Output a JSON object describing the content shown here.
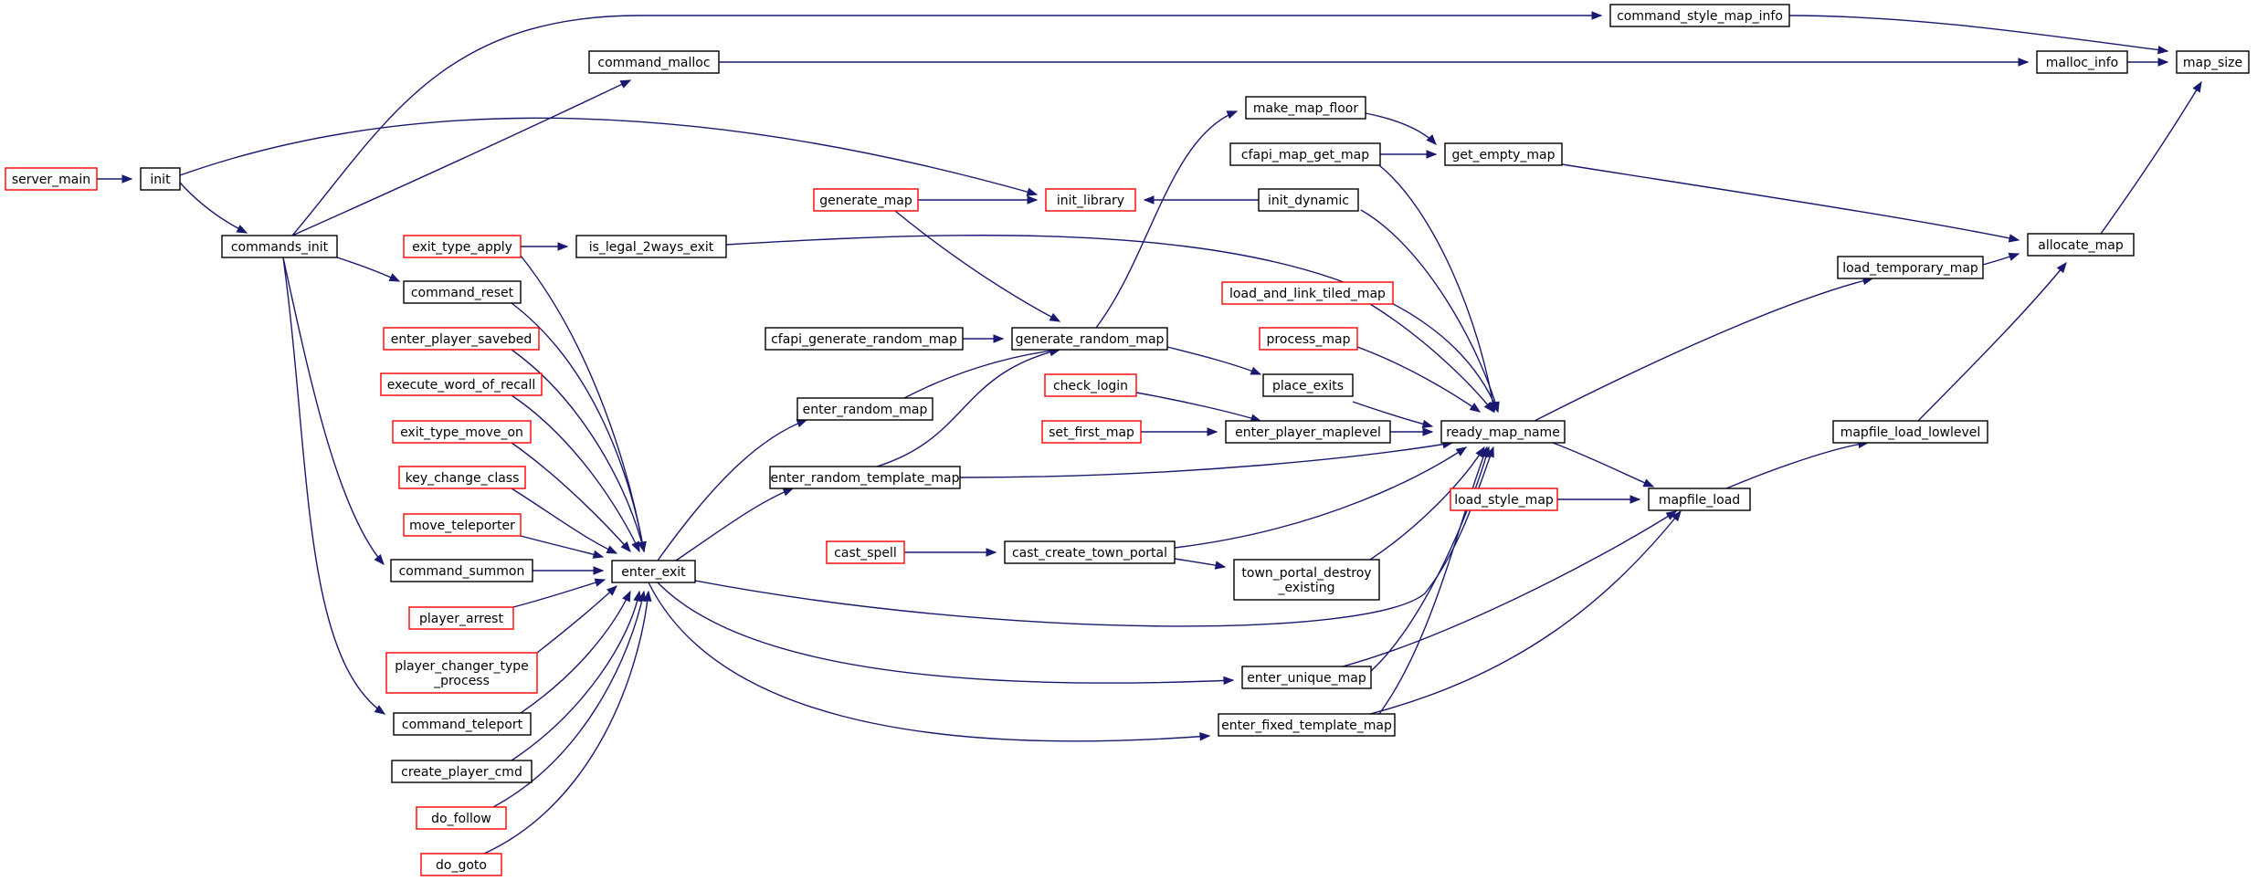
{
  "graph": {
    "colors": {
      "edge": "#191970",
      "node_border": "#000000",
      "node_border_truncated": "#ff0000",
      "highlight_fill": "#bfbfbf"
    },
    "nodes": [
      {
        "id": "map_size",
        "lines": [
          "map_size"
        ],
        "style": "highlight"
      },
      {
        "id": "command_style_map_info",
        "lines": [
          "command_style_map_info"
        ],
        "style": "normal"
      },
      {
        "id": "malloc_info",
        "lines": [
          "malloc_info"
        ],
        "style": "normal"
      },
      {
        "id": "allocate_map",
        "lines": [
          "allocate_map"
        ],
        "style": "normal"
      },
      {
        "id": "command_malloc",
        "lines": [
          "command_malloc"
        ],
        "style": "normal"
      },
      {
        "id": "commands_init",
        "lines": [
          "commands_init"
        ],
        "style": "normal"
      },
      {
        "id": "init",
        "lines": [
          "init"
        ],
        "style": "normal"
      },
      {
        "id": "server_main",
        "lines": [
          "server_main"
        ],
        "style": "truncated"
      },
      {
        "id": "make_map_floor",
        "lines": [
          "make_map_floor"
        ],
        "style": "normal"
      },
      {
        "id": "get_empty_map",
        "lines": [
          "get_empty_map"
        ],
        "style": "normal"
      },
      {
        "id": "cfapi_map_get_map",
        "lines": [
          "cfapi_map_get_map"
        ],
        "style": "normal"
      },
      {
        "id": "generate_map",
        "lines": [
          "generate_map"
        ],
        "style": "truncated"
      },
      {
        "id": "init_library",
        "lines": [
          "init_library"
        ],
        "style": "truncated"
      },
      {
        "id": "init_dynamic",
        "lines": [
          "init_dynamic"
        ],
        "style": "normal"
      },
      {
        "id": "exit_type_apply",
        "lines": [
          "exit_type_apply"
        ],
        "style": "truncated"
      },
      {
        "id": "is_legal_2ways_exit",
        "lines": [
          "is_legal_2ways_exit"
        ],
        "style": "normal"
      },
      {
        "id": "load_temporary_map",
        "lines": [
          "load_temporary_map"
        ],
        "style": "normal"
      },
      {
        "id": "command_reset",
        "lines": [
          "command_reset"
        ],
        "style": "normal"
      },
      {
        "id": "load_and_link_tiled_map",
        "lines": [
          "load_and_link_tiled_map"
        ],
        "style": "truncated"
      },
      {
        "id": "enter_player_savebed",
        "lines": [
          "enter_player_savebed"
        ],
        "style": "truncated"
      },
      {
        "id": "cfapi_generate_random_map",
        "lines": [
          "cfapi_generate_random_map"
        ],
        "style": "normal"
      },
      {
        "id": "generate_random_map",
        "lines": [
          "generate_random_map"
        ],
        "style": "normal"
      },
      {
        "id": "process_map",
        "lines": [
          "process_map"
        ],
        "style": "truncated"
      },
      {
        "id": "execute_word_of_recall",
        "lines": [
          "execute_word_of_recall"
        ],
        "style": "truncated"
      },
      {
        "id": "check_login",
        "lines": [
          "check_login"
        ],
        "style": "truncated"
      },
      {
        "id": "place_exits",
        "lines": [
          "place_exits"
        ],
        "style": "normal"
      },
      {
        "id": "enter_random_map",
        "lines": [
          "enter_random_map"
        ],
        "style": "normal"
      },
      {
        "id": "exit_type_move_on",
        "lines": [
          "exit_type_move_on"
        ],
        "style": "truncated"
      },
      {
        "id": "set_first_map",
        "lines": [
          "set_first_map"
        ],
        "style": "truncated"
      },
      {
        "id": "enter_player_maplevel",
        "lines": [
          "enter_player_maplevel"
        ],
        "style": "normal"
      },
      {
        "id": "ready_map_name",
        "lines": [
          "ready_map_name"
        ],
        "style": "normal"
      },
      {
        "id": "mapfile_load_lowlevel",
        "lines": [
          "mapfile_load_lowlevel"
        ],
        "style": "normal"
      },
      {
        "id": "key_change_class",
        "lines": [
          "key_change_class"
        ],
        "style": "truncated"
      },
      {
        "id": "enter_random_template_map",
        "lines": [
          "enter_random_template_map"
        ],
        "style": "normal"
      },
      {
        "id": "load_style_map",
        "lines": [
          "load_style_map"
        ],
        "style": "truncated"
      },
      {
        "id": "mapfile_load",
        "lines": [
          "mapfile_load"
        ],
        "style": "normal"
      },
      {
        "id": "move_teleporter",
        "lines": [
          "move_teleporter"
        ],
        "style": "truncated"
      },
      {
        "id": "cast_spell",
        "lines": [
          "cast_spell"
        ],
        "style": "truncated"
      },
      {
        "id": "cast_create_town_portal",
        "lines": [
          "cast_create_town_portal"
        ],
        "style": "normal"
      },
      {
        "id": "command_summon",
        "lines": [
          "command_summon"
        ],
        "style": "normal"
      },
      {
        "id": "enter_exit",
        "lines": [
          "enter_exit"
        ],
        "style": "normal"
      },
      {
        "id": "town_portal_destroy_existing",
        "lines": [
          "town_portal_destroy",
          "_existing"
        ],
        "style": "normal"
      },
      {
        "id": "player_arrest",
        "lines": [
          "player_arrest"
        ],
        "style": "truncated"
      },
      {
        "id": "player_changer_type_process",
        "lines": [
          "player_changer_type",
          "_process"
        ],
        "style": "truncated"
      },
      {
        "id": "enter_unique_map",
        "lines": [
          "enter_unique_map"
        ],
        "style": "normal"
      },
      {
        "id": "command_teleport",
        "lines": [
          "command_teleport"
        ],
        "style": "normal"
      },
      {
        "id": "enter_fixed_template_map",
        "lines": [
          "enter_fixed_template_map"
        ],
        "style": "normal"
      },
      {
        "id": "create_player_cmd",
        "lines": [
          "create_player_cmd"
        ],
        "style": "normal"
      },
      {
        "id": "do_follow",
        "lines": [
          "do_follow"
        ],
        "style": "truncated"
      },
      {
        "id": "do_goto",
        "lines": [
          "do_goto"
        ],
        "style": "truncated"
      }
    ],
    "edges": [
      {
        "from": "command_style_map_info",
        "to": "map_size"
      },
      {
        "from": "malloc_info",
        "to": "map_size"
      },
      {
        "from": "allocate_map",
        "to": "map_size"
      },
      {
        "from": "command_malloc",
        "to": "malloc_info"
      },
      {
        "from": "commands_init",
        "to": "command_style_map_info"
      },
      {
        "from": "commands_init",
        "to": "command_malloc"
      },
      {
        "from": "init",
        "to": "commands_init"
      },
      {
        "from": "server_main",
        "to": "init"
      },
      {
        "from": "init",
        "to": "init_library"
      },
      {
        "from": "get_empty_map",
        "to": "allocate_map"
      },
      {
        "from": "load_temporary_map",
        "to": "allocate_map"
      },
      {
        "from": "mapfile_load_lowlevel",
        "to": "allocate_map"
      },
      {
        "from": "make_map_floor",
        "to": "get_empty_map"
      },
      {
        "from": "cfapi_map_get_map",
        "to": "get_empty_map"
      },
      {
        "from": "generate_random_map",
        "to": "make_map_floor"
      },
      {
        "from": "init_dynamic",
        "to": "init_library"
      },
      {
        "from": "generate_map",
        "to": "init_library"
      },
      {
        "from": "generate_map",
        "to": "generate_random_map"
      },
      {
        "from": "cfapi_generate_random_map",
        "to": "generate_random_map"
      },
      {
        "from": "enter_random_map",
        "to": "generate_random_map"
      },
      {
        "from": "enter_random_template_map",
        "to": "generate_random_map"
      },
      {
        "from": "generate_random_map",
        "to": "place_exits"
      },
      {
        "from": "ready_map_name",
        "to": "load_temporary_map"
      },
      {
        "from": "ready_map_name",
        "to": "mapfile_load"
      },
      {
        "from": "mapfile_load",
        "to": "mapfile_load_lowlevel"
      },
      {
        "from": "load_style_map",
        "to": "mapfile_load"
      },
      {
        "from": "enter_unique_map",
        "to": "mapfile_load"
      },
      {
        "from": "enter_fixed_template_map",
        "to": "mapfile_load"
      },
      {
        "from": "cfapi_map_get_map",
        "to": "ready_map_name"
      },
      {
        "from": "init_dynamic",
        "to": "ready_map_name"
      },
      {
        "from": "is_legal_2ways_exit",
        "to": "ready_map_name"
      },
      {
        "from": "load_and_link_tiled_map",
        "to": "ready_map_name"
      },
      {
        "from": "process_map",
        "to": "ready_map_name"
      },
      {
        "from": "place_exits",
        "to": "ready_map_name"
      },
      {
        "from": "enter_player_maplevel",
        "to": "ready_map_name"
      },
      {
        "from": "enter_random_template_map",
        "to": "ready_map_name"
      },
      {
        "from": "cast_create_town_portal",
        "to": "ready_map_name"
      },
      {
        "from": "town_portal_destroy_existing",
        "to": "ready_map_name"
      },
      {
        "from": "enter_exit",
        "to": "ready_map_name"
      },
      {
        "from": "enter_unique_map",
        "to": "ready_map_name"
      },
      {
        "from": "enter_fixed_template_map",
        "to": "ready_map_name"
      },
      {
        "from": "check_login",
        "to": "enter_player_maplevel"
      },
      {
        "from": "set_first_map",
        "to": "enter_player_maplevel"
      },
      {
        "from": "cast_spell",
        "to": "cast_create_town_portal"
      },
      {
        "from": "cast_create_town_portal",
        "to": "town_portal_destroy_existing"
      },
      {
        "from": "exit_type_apply",
        "to": "is_legal_2ways_exit"
      },
      {
        "from": "commands_init",
        "to": "command_reset"
      },
      {
        "from": "commands_init",
        "to": "command_summon"
      },
      {
        "from": "commands_init",
        "to": "command_teleport"
      },
      {
        "from": "enter_exit",
        "to": "enter_random_map"
      },
      {
        "from": "enter_exit",
        "to": "enter_random_template_map"
      },
      {
        "from": "enter_exit",
        "to": "enter_unique_map"
      },
      {
        "from": "enter_exit",
        "to": "enter_fixed_template_map"
      },
      {
        "from": "exit_type_apply",
        "to": "enter_exit"
      },
      {
        "from": "command_reset",
        "to": "enter_exit"
      },
      {
        "from": "enter_player_savebed",
        "to": "enter_exit"
      },
      {
        "from": "execute_word_of_recall",
        "to": "enter_exit"
      },
      {
        "from": "exit_type_move_on",
        "to": "enter_exit"
      },
      {
        "from": "key_change_class",
        "to": "enter_exit"
      },
      {
        "from": "move_teleporter",
        "to": "enter_exit"
      },
      {
        "from": "command_summon",
        "to": "enter_exit"
      },
      {
        "from": "player_arrest",
        "to": "enter_exit"
      },
      {
        "from": "player_changer_type_process",
        "to": "enter_exit"
      },
      {
        "from": "command_teleport",
        "to": "enter_exit"
      },
      {
        "from": "create_player_cmd",
        "to": "enter_exit"
      },
      {
        "from": "do_follow",
        "to": "enter_exit"
      },
      {
        "from": "do_goto",
        "to": "enter_exit"
      }
    ]
  }
}
